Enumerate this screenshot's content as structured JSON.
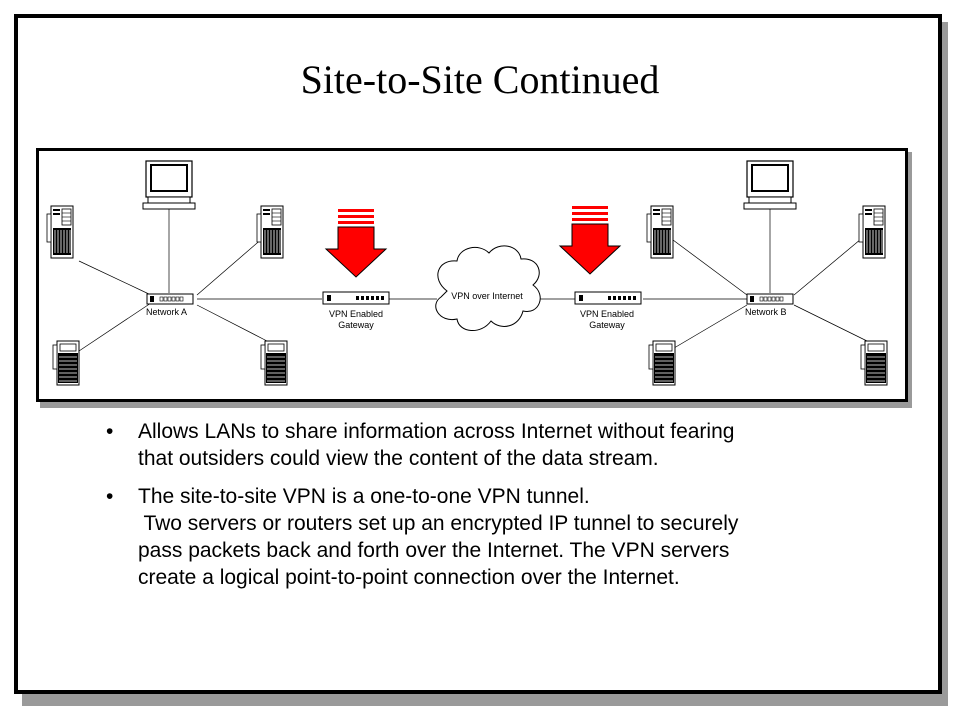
{
  "title": "Site-to-Site Continued",
  "diagram": {
    "network_a": "Network A",
    "network_b": "Network B",
    "gateway_left": [
      "VPN Enabled",
      "Gateway"
    ],
    "gateway_right": [
      "VPN Enabled",
      "Gateway"
    ],
    "cloud": "VPN over Internet",
    "arrow_color": "#ff0000"
  },
  "bullets": [
    {
      "lines": [
        "Allows LANs to share information across Internet without fearing",
        "that outsiders could view the content of the data stream."
      ]
    },
    {
      "lines": [
        "The site-to-site VPN is a one-to-one VPN tunnel.",
        " Two servers or routers set up an encrypted IP tunnel to securely",
        "pass packets back and forth over the Internet. The VPN servers",
        "create a logical point-to-point connection over the Internet."
      ]
    }
  ]
}
